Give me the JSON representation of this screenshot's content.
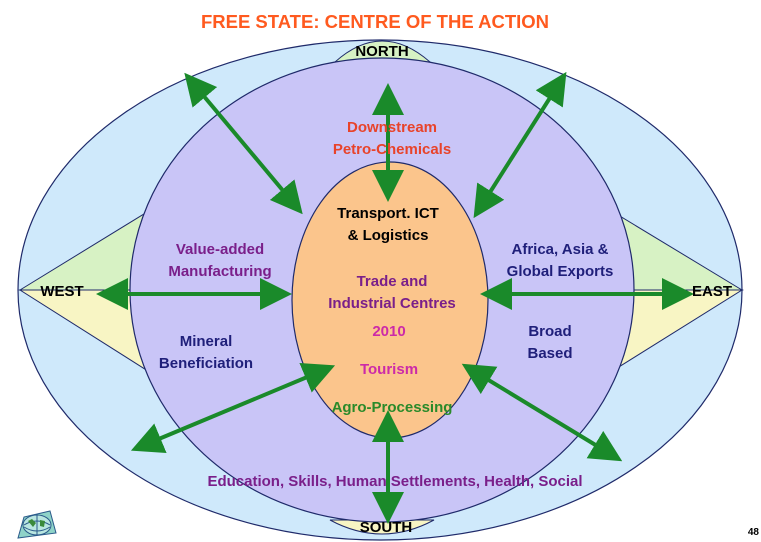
{
  "title": "FREE STATE: CENTRE OF THE ACTION",
  "directions": {
    "north": "NORTH",
    "south": "SOUTH",
    "west": "WEST",
    "east": "EAST"
  },
  "center": {
    "line1a": "Transport. ICT",
    "line1b": "& Logistics",
    "trade_a": "Trade and",
    "trade_b": "Industrial Centres",
    "year": "2010",
    "tourism": "Tourism",
    "agro": "Agro-Processing"
  },
  "ring": {
    "downstream_a": "Downstream",
    "downstream_b": "Petro-Chemicals",
    "value_a": "Value-added",
    "value_b": "Manufacturing",
    "africa_a": "Africa, Asia &",
    "africa_b": "Global Exports",
    "mineral_a": "Mineral",
    "mineral_b": "Beneficiation",
    "broad_a": "Broad",
    "broad_b": "Based"
  },
  "outer": {
    "education": "Education, Skills, Human Settlements, Health, Social"
  },
  "page_number": "48",
  "colors": {
    "title": "#ff5a1f",
    "outer_fill": "#cfe9fb",
    "ring_fill": "#c9c5f7",
    "center_fill": "#fbc58c",
    "triangle_fill": "#f8f5c4",
    "triangle_green": "#d7f2c4",
    "arrow": "#1a8a2a",
    "navy": "#1f1f7a",
    "purple": "#7a1f8a",
    "magenta": "#cc2aa8",
    "green": "#2a8a2a",
    "red": "#e8432a"
  }
}
